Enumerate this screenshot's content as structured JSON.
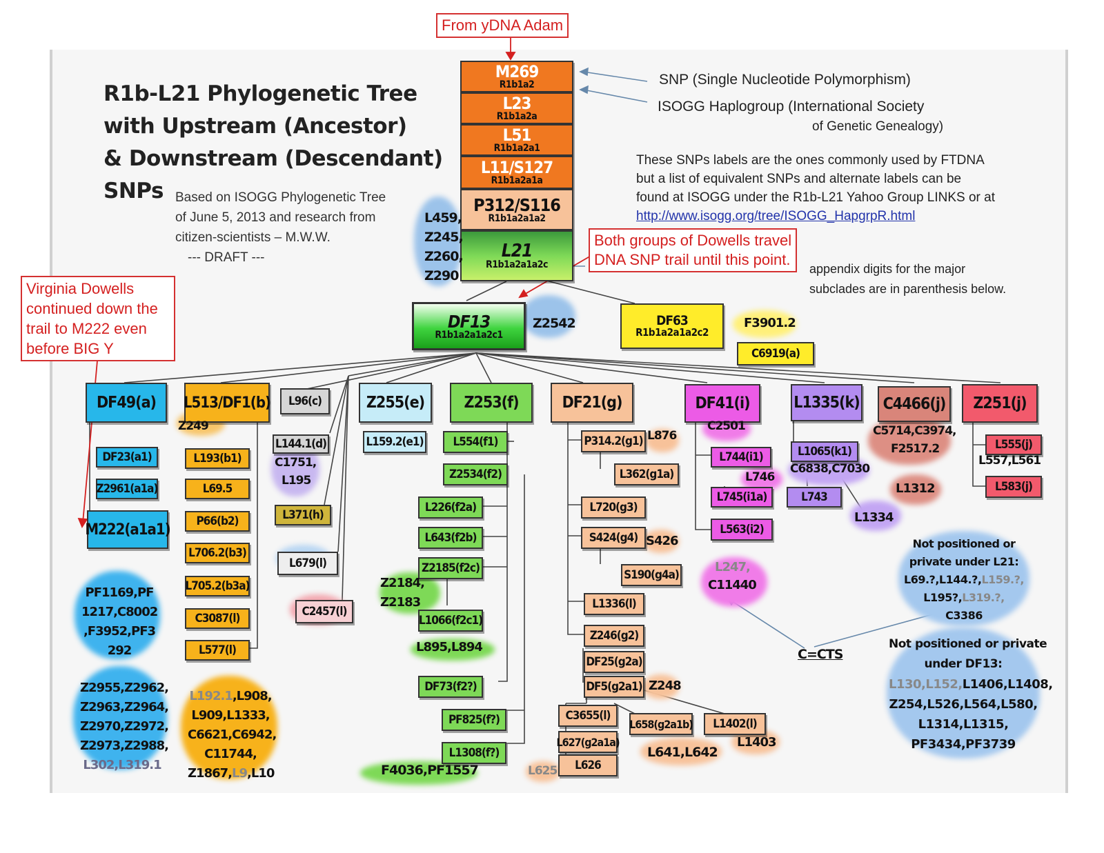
{
  "title": {
    "lines": [
      "R1b-L21 Phylogenetic Tree",
      "with Upstream (Ancestor)",
      "& Downstream (Descendant)",
      "SNPs"
    ]
  },
  "subtitle": {
    "lines": [
      "Based on ISOGG Phylogenetic Tree",
      "of June 5, 2013 and  research from",
      "citizen-scientists – M.W.W.",
      "--- DRAFT ---"
    ]
  },
  "legend": {
    "snp": "SNP (Single Nucleotide Polymorphism)",
    "isogg_1": "ISOGG Haplogroup (International Society",
    "isogg_2": "of Genetic Genealogy)"
  },
  "info": {
    "line1": "These SNPs labels are the ones commonly used by FTDNA",
    "line2": "but a list of equivalent SNPs and alternate labels can be",
    "line3": "found at ISOGG under the R1b-L21 Yahoo Group LINKS or at",
    "link": "http://www.isogg.org/tree/ISOGG_HapgrpR.html",
    "appendix_1": "appendix digits for the major",
    "appendix_2": "subclades are in parenthesis below."
  },
  "annotations": {
    "adam": "From yDNA Adam",
    "dowells_1": "Both groups of Dowells travel",
    "dowells_2": "DNA SNP trail until this point.",
    "virginia_1": "Virginia Dowells",
    "virginia_2": "continued down the",
    "virginia_3": "trail to M222 even",
    "virginia_4": "before BIG Y"
  },
  "colors": {
    "orange": "#f07820",
    "peach": "#f7c29a",
    "green": "#7ed957",
    "cyan": "#27b7ea",
    "gold": "#f7b21b",
    "grey": "#d6d6d6",
    "lightblue": "#c6ecf8",
    "magenta": "#ec5be6",
    "purple": "#b38cf0",
    "rose": "#d9857a",
    "red": "#f25a6c",
    "yellow": "#ffec2a",
    "annotation": "#d42020"
  },
  "trunk": [
    {
      "snp": "M269",
      "hap": "R1b1a2"
    },
    {
      "snp": "L23",
      "hap": "R1b1a2a"
    },
    {
      "snp": "L51",
      "hap": "R1b1a2a1"
    },
    {
      "snp": "L11/S127",
      "hap": "R1b1a2a1a"
    },
    {
      "snp": "P312/S116",
      "hap": "R1b1a2a1a2"
    },
    {
      "snp": "L21",
      "hap": "R1b1a2a1a2c"
    }
  ],
  "df13": {
    "snp": "DF13",
    "hap": "R1b1a2a1a2c1"
  },
  "df63": {
    "snp": "DF63",
    "hap": "R1b1a2a1a2c2"
  },
  "l21_side": [
    "L459,",
    "Z245,",
    "Z260,",
    "Z290"
  ],
  "labels": {
    "z2542": "Z2542",
    "f3901": "F3901.2",
    "c6919": "C6919(a)",
    "z249": "Z249",
    "l876": "L876",
    "s426": "S426",
    "z248": "Z248",
    "c2501": "C2501",
    "l746": "L746",
    "l1334": "L1334",
    "l1312": "L1312",
    "l247": "L247,",
    "c11440": "C11440",
    "c5714": "C5714,C3974,",
    "f2517": "F2517.2",
    "l557": "L557,L561",
    "l1403": "L1403",
    "l641": "L641,L642",
    "l625": "L625",
    "l895": "L895,L894",
    "f4036": "F4036,PF1557",
    "z2184a": "Z2184,",
    "z2184b": "Z2183",
    "c1751": "C1751,",
    "l195": "L195",
    "cts": "C=CTS",
    "c6838": "C6838,C7030"
  },
  "branches": {
    "df49": "DF49(a)",
    "l513": "L513/DF1(b)",
    "l96": "L96(c)",
    "z255": "Z255(e)",
    "z253": "Z253(f)",
    "df21": "DF21(g)",
    "df41": "DF41(i)",
    "l1335": "L1335(k)",
    "c4466": "C4466(j)",
    "z251": "Z251(j)"
  },
  "df49_children": [
    "DF23(a1)",
    "Z2961(a1a)",
    "M222(a1a1)"
  ],
  "l513_children": [
    "L193(b1)",
    "L69.5",
    "P66(b2)",
    "L706.2(b3)",
    "L705.2(b3a)",
    "C3087(l)",
    "L577(l)"
  ],
  "l96_children": [
    "L144.1(d)",
    "L371(h)",
    "L679(l)",
    "C2457(l)"
  ],
  "z255_children": [
    "L159.2(e1)"
  ],
  "z253_children": [
    "L554(f1)",
    "Z2534(f2)",
    "L226(f2a)",
    "L643(f2b)",
    "Z2185(f2c)",
    "L1066(f2c1)",
    "DF73(f2?)",
    "PF825(f?)",
    "L1308(f?)"
  ],
  "df21_children": [
    "P314.2(g1)",
    "L362(g1a)",
    "L720(g3)",
    "S424(g4)",
    "S190(g4a)",
    "L1336(l)",
    "Z246(g2)",
    "DF25(g2a)",
    "DF5(g2a1)",
    "C3655(l)",
    "L627(g2a1a)",
    "L626",
    "L658(g2a1b)",
    "L1402(l)"
  ],
  "df41_children": [
    "L744(i1)",
    "L745(i1a)",
    "L563(i2)"
  ],
  "l1335_children": [
    "L1065(k1)",
    "L743"
  ],
  "z251_children": [
    "L555(j)",
    "L583(j)"
  ],
  "clouds": {
    "m222_1": "PF1169,PF",
    "m222_2": "1217,C8002",
    "m222_3": ",F3952,PF3",
    "m222_4": "292",
    "m222b_1": "Z2955,Z2962,",
    "m222b_2": "Z2963,Z2964,",
    "m222b_3": "Z2970,Z2972,",
    "m222b_4": "Z2973,Z2988,",
    "m222b_5": "L302,L319.1",
    "l513_1a": "L192.1",
    "l513_1b": ",L908,",
    "l513_2": "L909,L1333,",
    "l513_3": "C6621,C6942,",
    "l513_4": "C11744,",
    "l513_5a": "Z1867,",
    "l513_5b": "L9",
    "l513_5c": ",L10",
    "l21p_1": "Not positioned or",
    "l21p_2": "private under L21:",
    "l21p_3a": "L69.?,L144.?,",
    "l21p_3b": "L159.?,",
    "l21p_4a": "L195?,",
    "l21p_4b": "L319.?,",
    "l21p_5": "C3386",
    "df13p_1": "Not positioned or private",
    "df13p_2": "under DF13:",
    "df13p_3a": "L130,L152,",
    "df13p_3b": "L1406,L1408,",
    "df13p_4": "Z254,L526,L564,L580,",
    "df13p_5": "L1314,L1315,",
    "df13p_6": "PF3434,PF3739"
  }
}
